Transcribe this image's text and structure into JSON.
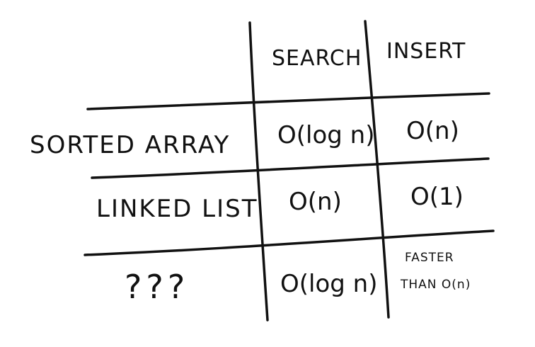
{
  "table": {
    "columns": [
      "SEARCH",
      "INSERT"
    ],
    "rows": [
      {
        "label": "SORTED ARRAY",
        "search": "O(log n)",
        "insert": "O(n)"
      },
      {
        "label": "LINKED LIST",
        "search": "O(n)",
        "insert": "O(1)"
      },
      {
        "label": "???",
        "search": "O(log n)",
        "insert_line1": "FASTER",
        "insert_line2": "THAN O(n)"
      }
    ]
  },
  "colors": {
    "ink": "#111111",
    "background": "#ffffff"
  }
}
